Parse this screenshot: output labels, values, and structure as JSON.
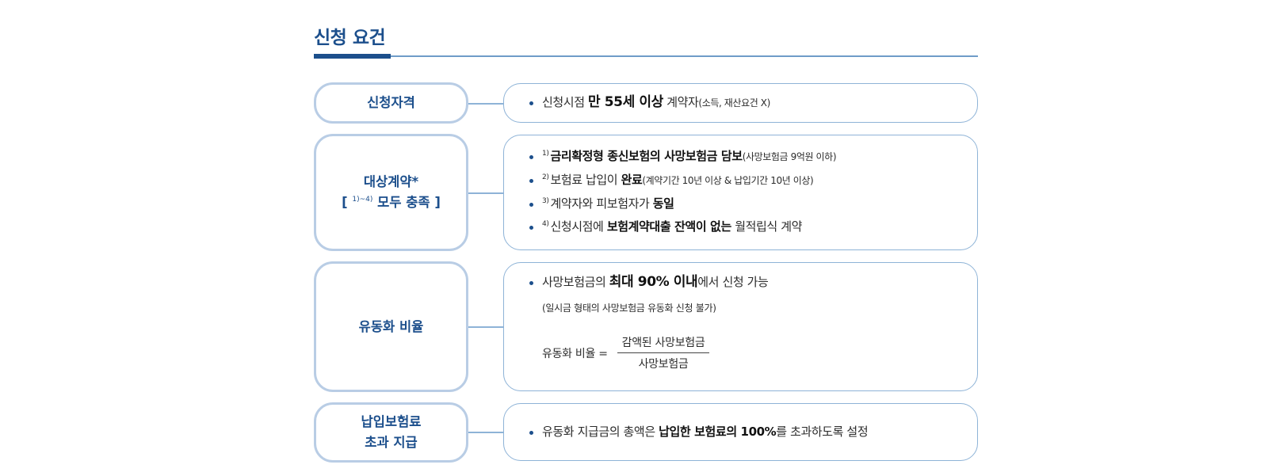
{
  "title": "신청 요건",
  "rows": [
    {
      "label": "신청자격",
      "items": [
        {
          "t1": "신청시점 ",
          "b1": "만 55세 이상",
          "t2": " 계약자",
          "s1": "(소득, 재산요건 X)"
        }
      ]
    },
    {
      "label_main": "대상계약*",
      "label_sub_open": "[ ",
      "label_sub_sup": "1)~4)",
      "label_sub_text": " 모두 충족 ]",
      "items": [
        {
          "sup": "1)",
          "b1": "금리확정형 종신보험의 사망보험금 담보",
          "s1": "(사망보험금 9억원 이하)"
        },
        {
          "sup": "2)",
          "t1": "보험료 납입이 ",
          "b1": "완료",
          "s1": "(계약기간 10년 이상 & 납입기간 10년 이상)"
        },
        {
          "sup": "3)",
          "t1": "계약자와 피보험자가 ",
          "b1": "동일"
        },
        {
          "sup": "4)",
          "t1": "신청시점에 ",
          "b1": "보험계약대출 잔액이 없는",
          "t2": " 월적립식 계약"
        }
      ]
    },
    {
      "label": "유동화 비율",
      "items": [
        {
          "t1": "사망보험금의 ",
          "b1": "최대 90% 이내",
          "t2": "에서 신청 가능"
        }
      ],
      "note": "(일시금 형태의 사망보험금 유동화 신청 불가)",
      "formula_label": "유동화 비율 =",
      "formula_numerator": "감액된 사망보험금",
      "formula_denominator": "사망보험금"
    },
    {
      "label_line1": "납입보험료",
      "label_line2": "초과 지급",
      "items": [
        {
          "t1": "유동화 지급금의 총액은 ",
          "b1": "납입한 보험료의 100%",
          "t2": "를 초과하도록 설정"
        }
      ]
    }
  ]
}
